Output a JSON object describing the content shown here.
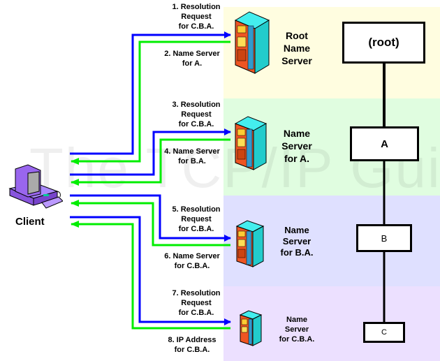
{
  "watermark": "The TCP/IP Guide",
  "client": {
    "label": "Client",
    "icon": "desktop-computer-icon"
  },
  "servers": [
    {
      "label_lines": [
        "Root",
        "Name",
        "Server"
      ],
      "icon": "server-tower-icon"
    },
    {
      "label_lines": [
        "Name",
        "Server",
        "for A."
      ],
      "icon": "server-tower-icon"
    },
    {
      "label_lines": [
        "Name",
        "Server",
        "for B.A."
      ],
      "icon": "server-tower-icon"
    },
    {
      "label_lines": [
        "Name",
        "Server",
        "for C.B.A."
      ],
      "icon": "server-tower-icon"
    }
  ],
  "messages": [
    {
      "step": 1,
      "direction": "request",
      "lines": [
        "1. Resolution",
        "Request",
        "for C.B.A."
      ]
    },
    {
      "step": 2,
      "direction": "response",
      "lines": [
        "2. Name Server",
        "for A."
      ]
    },
    {
      "step": 3,
      "direction": "request",
      "lines": [
        "3. Resolution",
        "Request",
        "for C.B.A."
      ]
    },
    {
      "step": 4,
      "direction": "response",
      "lines": [
        "4. Name Server",
        "for B.A."
      ]
    },
    {
      "step": 5,
      "direction": "request",
      "lines": [
        "5. Resolution",
        "Request",
        "for C.B.A."
      ]
    },
    {
      "step": 6,
      "direction": "response",
      "lines": [
        "6. Name Server",
        "for C.B.A."
      ]
    },
    {
      "step": 7,
      "direction": "request",
      "lines": [
        "7. Resolution",
        "Request",
        "for C.B.A."
      ]
    },
    {
      "step": 8,
      "direction": "response",
      "lines": [
        "8. IP Address",
        "for C.B.A."
      ]
    }
  ],
  "tree": {
    "nodes": [
      "(root)",
      "A",
      "B",
      "C"
    ]
  },
  "colors": {
    "request": "#0000ff",
    "response": "#00ee00",
    "band_root": "#fffde0",
    "band_a": "#e0fde0",
    "band_ba": "#dfe0ff",
    "band_cba": "#ece0ff"
  }
}
